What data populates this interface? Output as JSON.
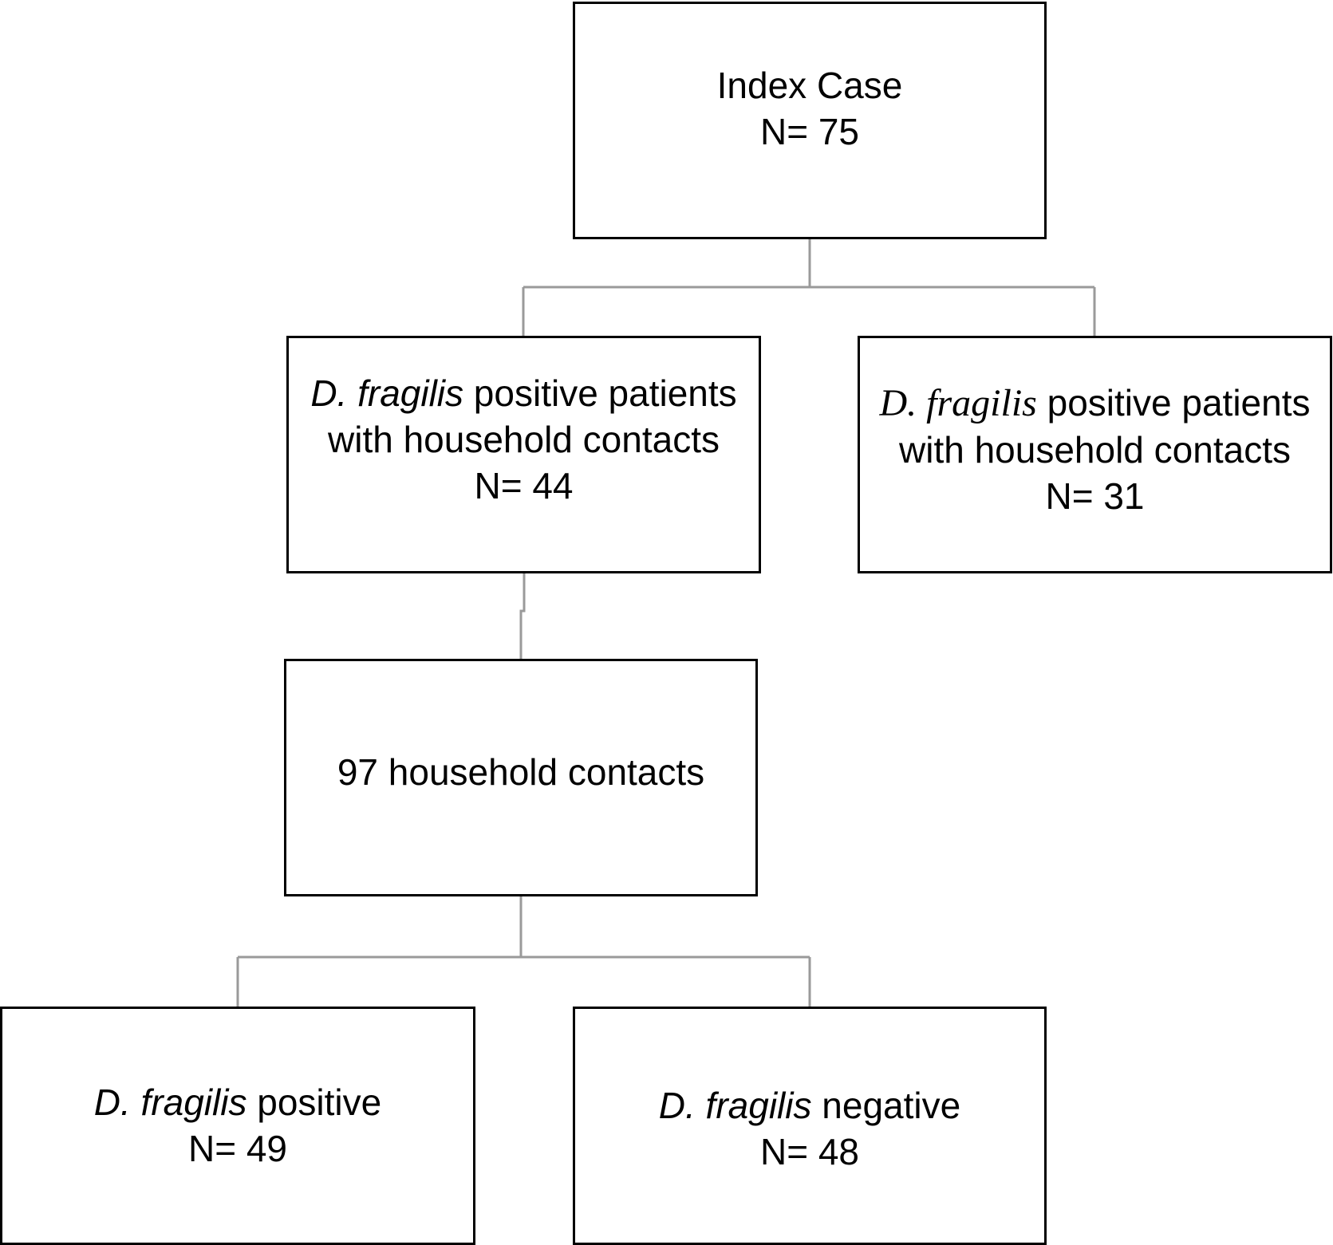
{
  "diagram": {
    "index_case": {
      "title": "Index Case",
      "n": "N= 75"
    },
    "with_contacts": {
      "species": "D. fragilis",
      "text_line1": " positive patients",
      "text_line2": "with household contacts",
      "n": "N= 44"
    },
    "without_contacts": {
      "species": "D. fragilis",
      "text_line1": " positive patients",
      "text_line2": "with household contacts",
      "n": "N= 31"
    },
    "household_contacts": {
      "label": "97 household contacts"
    },
    "contacts_positive": {
      "species": "D. fragilis",
      "result": " positive",
      "n": "N= 49"
    },
    "contacts_negative": {
      "species": "D. fragilis",
      "result": " negative",
      "n": "N= 48"
    },
    "connector_color": "#9a9a9a",
    "border_color": "#000000"
  }
}
